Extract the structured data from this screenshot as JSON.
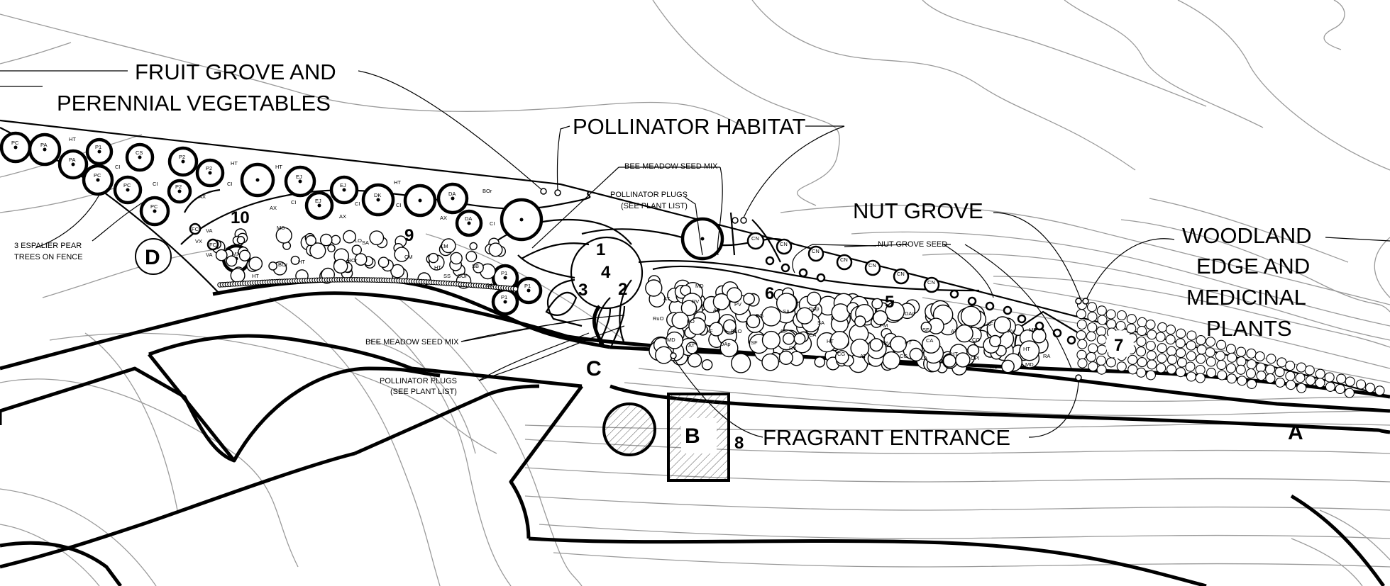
{
  "titles": {
    "fruit_grove_line1": "FRUIT GROVE AND",
    "fruit_grove_line2": "PERENNIAL VEGETABLES",
    "pollinator_habitat": "POLLINATOR HABITAT",
    "nut_grove": "NUT GROVE",
    "woodland_line1": "WOODLAND",
    "woodland_line2": "EDGE AND",
    "woodland_line3": "MEDICINAL",
    "woodland_line4": "PLANTS",
    "fragrant_entrance": "FRAGRANT ENTRANCE"
  },
  "notes": {
    "espalier_line1": "3 ESPALIER PEAR",
    "espalier_line2": "TREES ON FENCE",
    "bee_meadow_top": "BEE MEADOW SEED MIX",
    "pollinator_plugs_top_line1": "POLLINATOR PLUGS",
    "pollinator_plugs_top_line2": "(SEE PLANT LIST)",
    "nut_grove_seed": "NUT GROVE SEED",
    "bee_meadow_bottom": "BEE MEADOW SEED MIX",
    "pollinator_plugs_bottom_line1": "POLLINATOR PLUGS",
    "pollinator_plugs_bottom_line2": "(SEE PLANT LIST)"
  },
  "zone_numbers": {
    "z1": "1",
    "z2": "2",
    "z3": "3",
    "z4": "4",
    "z5": "5",
    "z6": "6",
    "z7": "7",
    "z8": "8",
    "z9": "9",
    "z10": "10"
  },
  "area_letters": {
    "a": "A",
    "b": "B",
    "c": "C",
    "d": "D"
  },
  "plant_codes": {
    "pc": "PC",
    "pa": "PA",
    "ht": "HT",
    "p1": "P1",
    "p2": "P2",
    "ci": "CI",
    "cs": "CS",
    "ax": "AX",
    "ej": "EJ",
    "dk": "DK",
    "da": "DA",
    "bor": "BOr",
    "fc": "FC",
    "va": "VA",
    "vx": "VX",
    "mx": "MX",
    "ms": "MS",
    "lo": "LO",
    "sa": "SA",
    "cm": "CM",
    "ss": "SS",
    "sb": "SB",
    "md": "MD",
    "at": "AT",
    "rv": "RV",
    "af": "AF",
    "pv": "PV",
    "cg": "CG",
    "ruo": "RuO",
    "bo": "BO",
    "dap": "DAp",
    "sp": "SP",
    "ca": "CA",
    "pm": "PM",
    "sf": "SF",
    "co": "CO",
    "cpl": "CPl",
    "la": "LA",
    "mp": "MP",
    "ra": "RA",
    "cc": "CC",
    "cn": "CN"
  }
}
